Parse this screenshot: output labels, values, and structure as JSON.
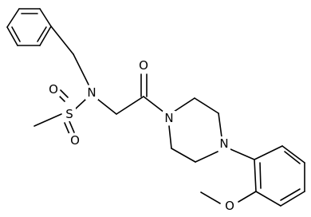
{
  "structure": {
    "atoms": {
      "nitrogen_sulfonamide": "N",
      "sulfur": "S",
      "oxygen_sulfonyl_top": "O",
      "oxygen_sulfonyl_bottom": "O",
      "oxygen_carbonyl": "O",
      "nitrogen_piperazine_amide": "N",
      "nitrogen_piperazine_aryl": "N",
      "oxygen_methoxy": "O"
    }
  },
  "colors": {
    "bond": "#000000",
    "label": "#000000",
    "background": "#ffffff"
  }
}
